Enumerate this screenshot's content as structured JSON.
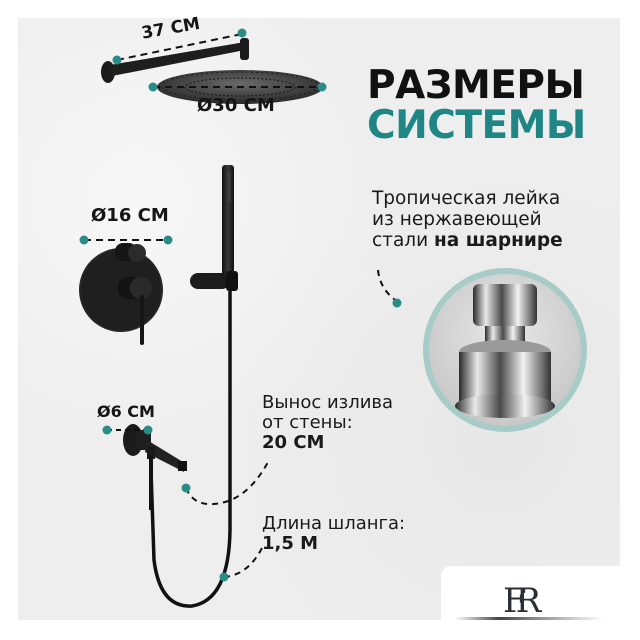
{
  "title": {
    "line1": "РАЗМЕРЫ",
    "line2": "СИСТЕМЫ",
    "line1_color": "#111111",
    "line2_color": "#1f8585"
  },
  "description": {
    "line1": "Тропическая лейка",
    "line2": "из нержавеющей",
    "line3_regular": "стали ",
    "line3_bold": "на шарнире"
  },
  "dimensions": {
    "arm_length": "37 СМ",
    "head_diameter": "Ø30 СМ",
    "mixer_diameter": "Ø16 СМ",
    "spout_flange_diameter": "Ø6 СМ"
  },
  "specs": {
    "spout_reach": {
      "label_line1": "Вынос излива",
      "label_line2": "от стены:",
      "value": "20 СМ"
    },
    "hose_length": {
      "label": "Длина шланга:",
      "value": "1,5 М"
    }
  },
  "logo": {
    "monogram": "FR"
  },
  "colors": {
    "accent_teal": "#1f8585",
    "marker_dot": "#2a8c86",
    "background_panel": "#eeeeee",
    "fixture_black": "#1c1c1c",
    "chrome_ring": "#a7cbc6"
  }
}
